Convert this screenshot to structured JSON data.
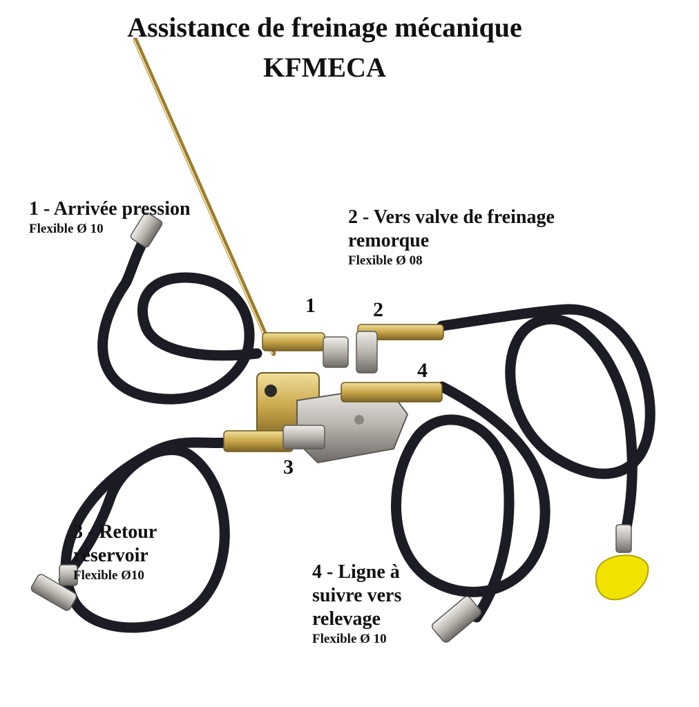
{
  "title": {
    "line1": "Assistance de freinage mécanique",
    "line2": "KFMECA"
  },
  "ports": {
    "one": "1",
    "two": "2",
    "three": "3",
    "four": "4"
  },
  "labels": {
    "supply": {
      "line1": "1 - Arrivée pression",
      "hose": "Flexible Ø 10"
    },
    "trailer": {
      "line1": "2 - Vers valve de freinage",
      "line2": "remorque",
      "hose": "Flexible Ø 08"
    },
    "return": {
      "line1": "3 - Retour",
      "line2": "réservoir",
      "hose": "Flexible Ø10"
    },
    "lift": {
      "line1": "4 - Ligne à",
      "line2": "suivre vers",
      "line3": "relevage",
      "hose": "Flexible Ø 10"
    }
  },
  "colors": {
    "hose": "#1c1c24",
    "brass": "#c9a64a",
    "valve_body": "#b9b4ae",
    "coupler": "#f2e200",
    "text": "#111111"
  }
}
